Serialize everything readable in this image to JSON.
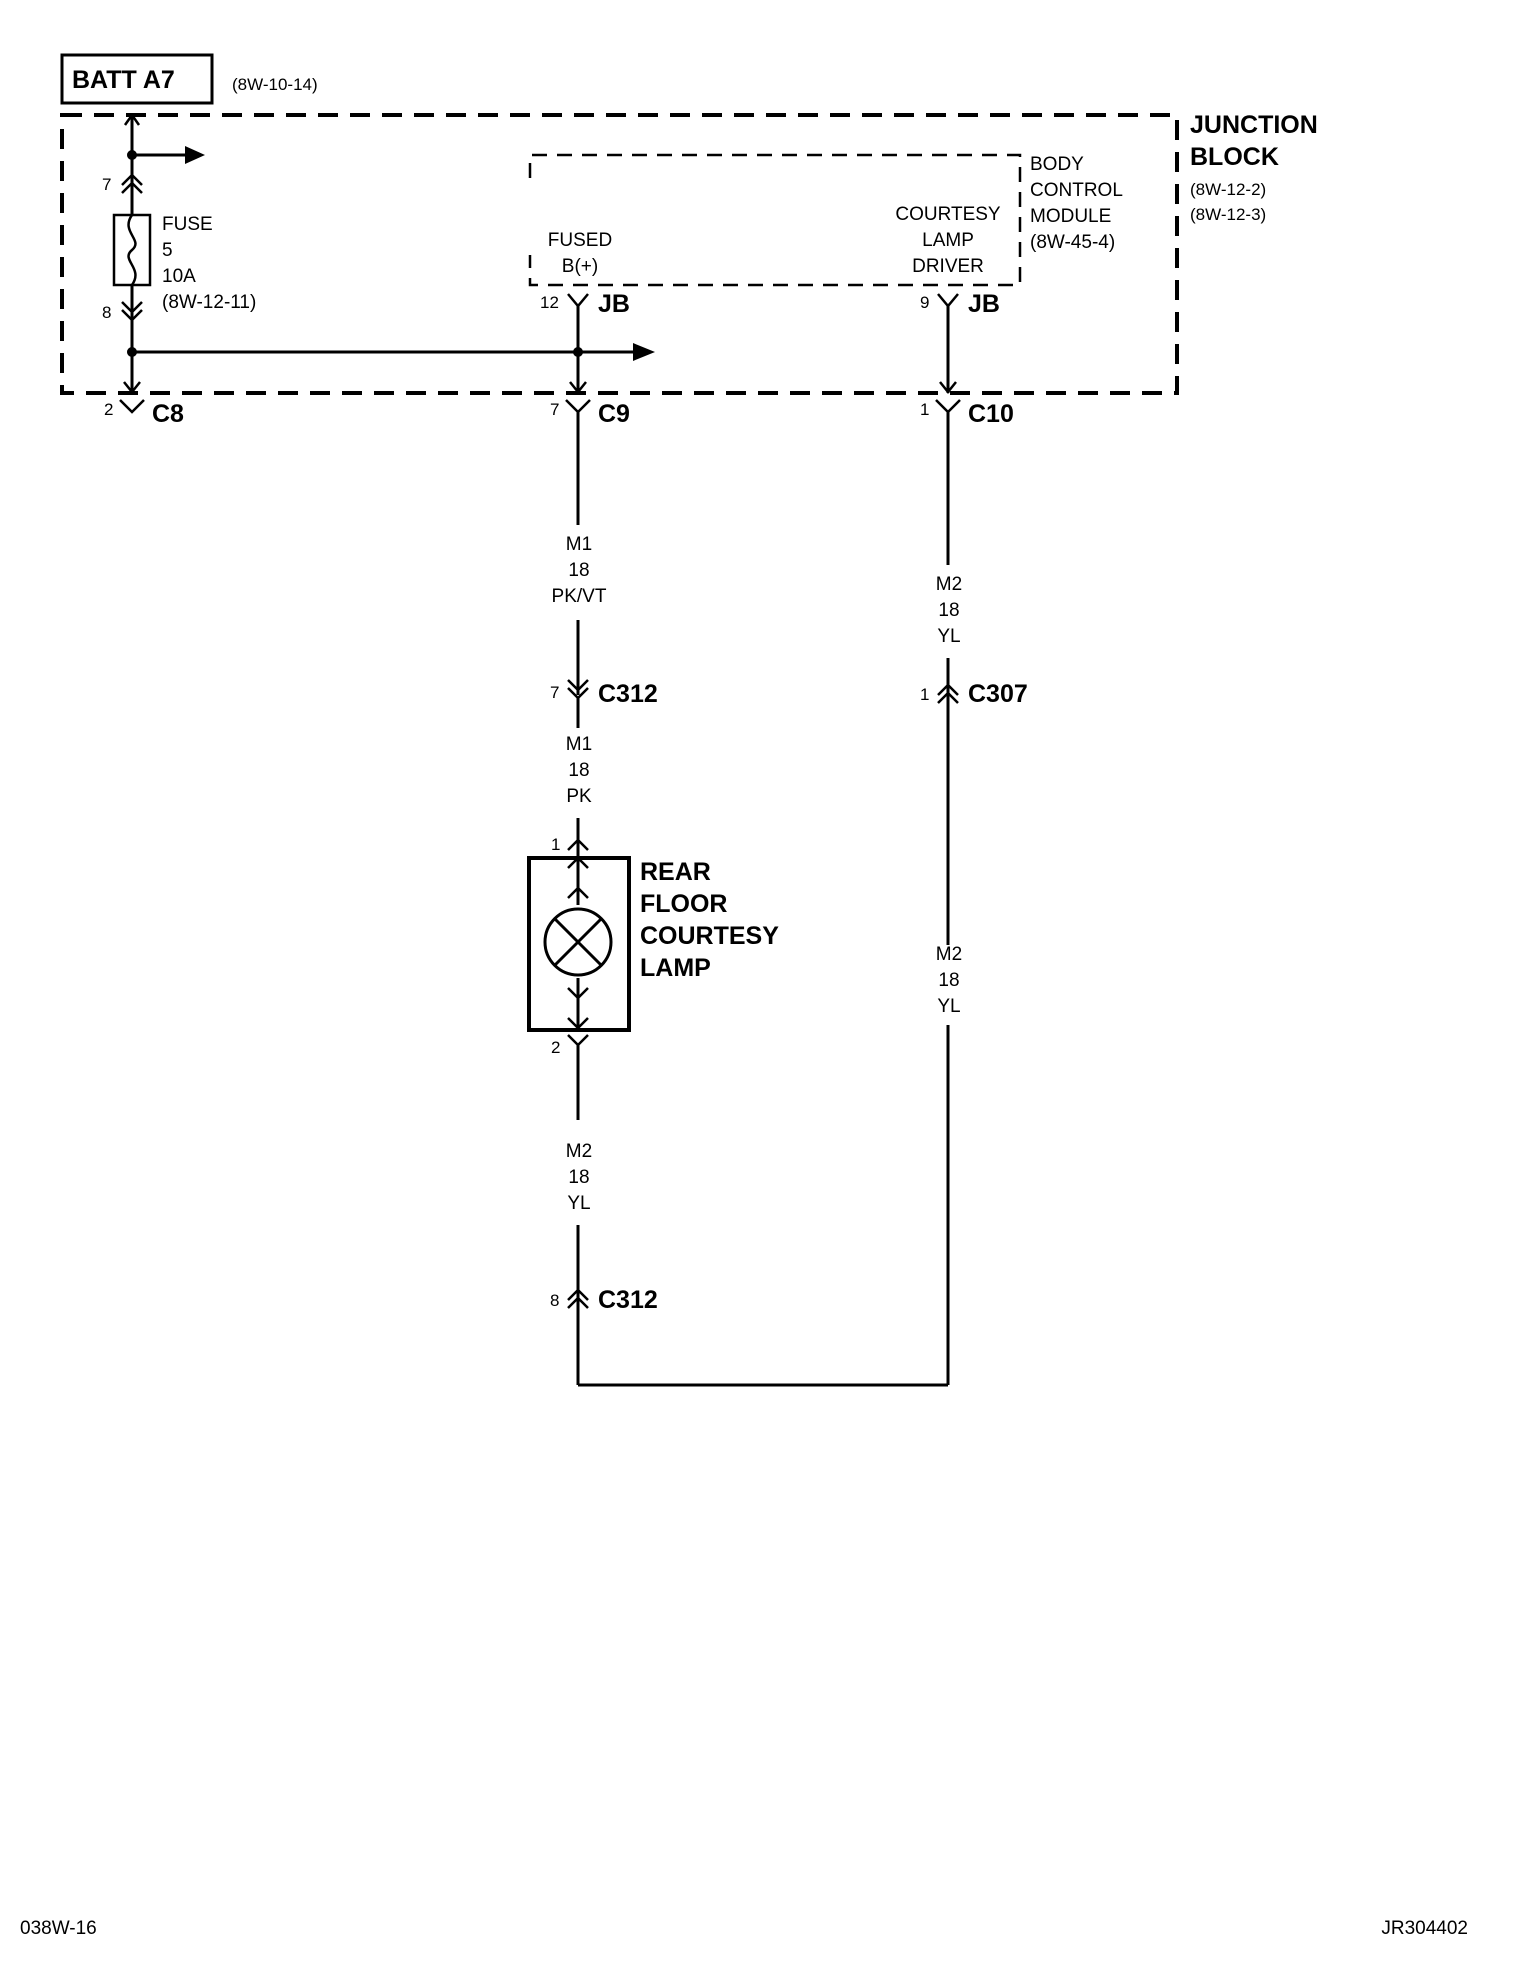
{
  "source": {
    "label": "BATT A7",
    "ref": "(8W-10-14)"
  },
  "junction_block": {
    "title_line1": "JUNCTION",
    "title_line2": "BLOCK",
    "ref1": "(8W-12-2)",
    "ref2": "(8W-12-3)"
  },
  "bcm": {
    "line1": "BODY",
    "line2": "CONTROL",
    "line3": "MODULE",
    "ref": "(8W-45-4)"
  },
  "fuse": {
    "label": "FUSE",
    "number": "5",
    "rating": "10A",
    "ref": "(8W-12-11)",
    "pin_in": "7",
    "pin_out": "8"
  },
  "fused_b": {
    "line1": "FUSED",
    "line2": "B(+)",
    "pin": "12",
    "conn": "JB"
  },
  "courtesy_driver": {
    "line1": "COURTESY",
    "line2": "LAMP",
    "line3": "DRIVER",
    "pin": "9",
    "conn": "JB"
  },
  "connectors": {
    "c8": {
      "pin": "2",
      "name": "C8"
    },
    "c9": {
      "pin": "7",
      "name": "C9"
    },
    "c10": {
      "pin": "1",
      "name": "C10"
    },
    "c312_top": {
      "pin": "7",
      "name": "C312"
    },
    "c307": {
      "pin": "1",
      "name": "C307"
    },
    "c312_bottom": {
      "pin": "8",
      "name": "C312"
    }
  },
  "wires": {
    "w1": {
      "circuit": "M1",
      "gauge": "18",
      "color": "PK/VT"
    },
    "w2": {
      "circuit": "M1",
      "gauge": "18",
      "color": "PK"
    },
    "w3": {
      "circuit": "M2",
      "gauge": "18",
      "color": "YL"
    },
    "w4": {
      "circuit": "M2",
      "gauge": "18",
      "color": "YL"
    },
    "w5": {
      "circuit": "M2",
      "gauge": "18",
      "color": "YL"
    }
  },
  "lamp": {
    "line1": "REAR",
    "line2": "FLOOR",
    "line3": "COURTESY",
    "line4": "LAMP",
    "pin_top": "1",
    "pin_bottom": "2"
  },
  "footer": {
    "left": "038W-16",
    "right": "JR304402"
  }
}
